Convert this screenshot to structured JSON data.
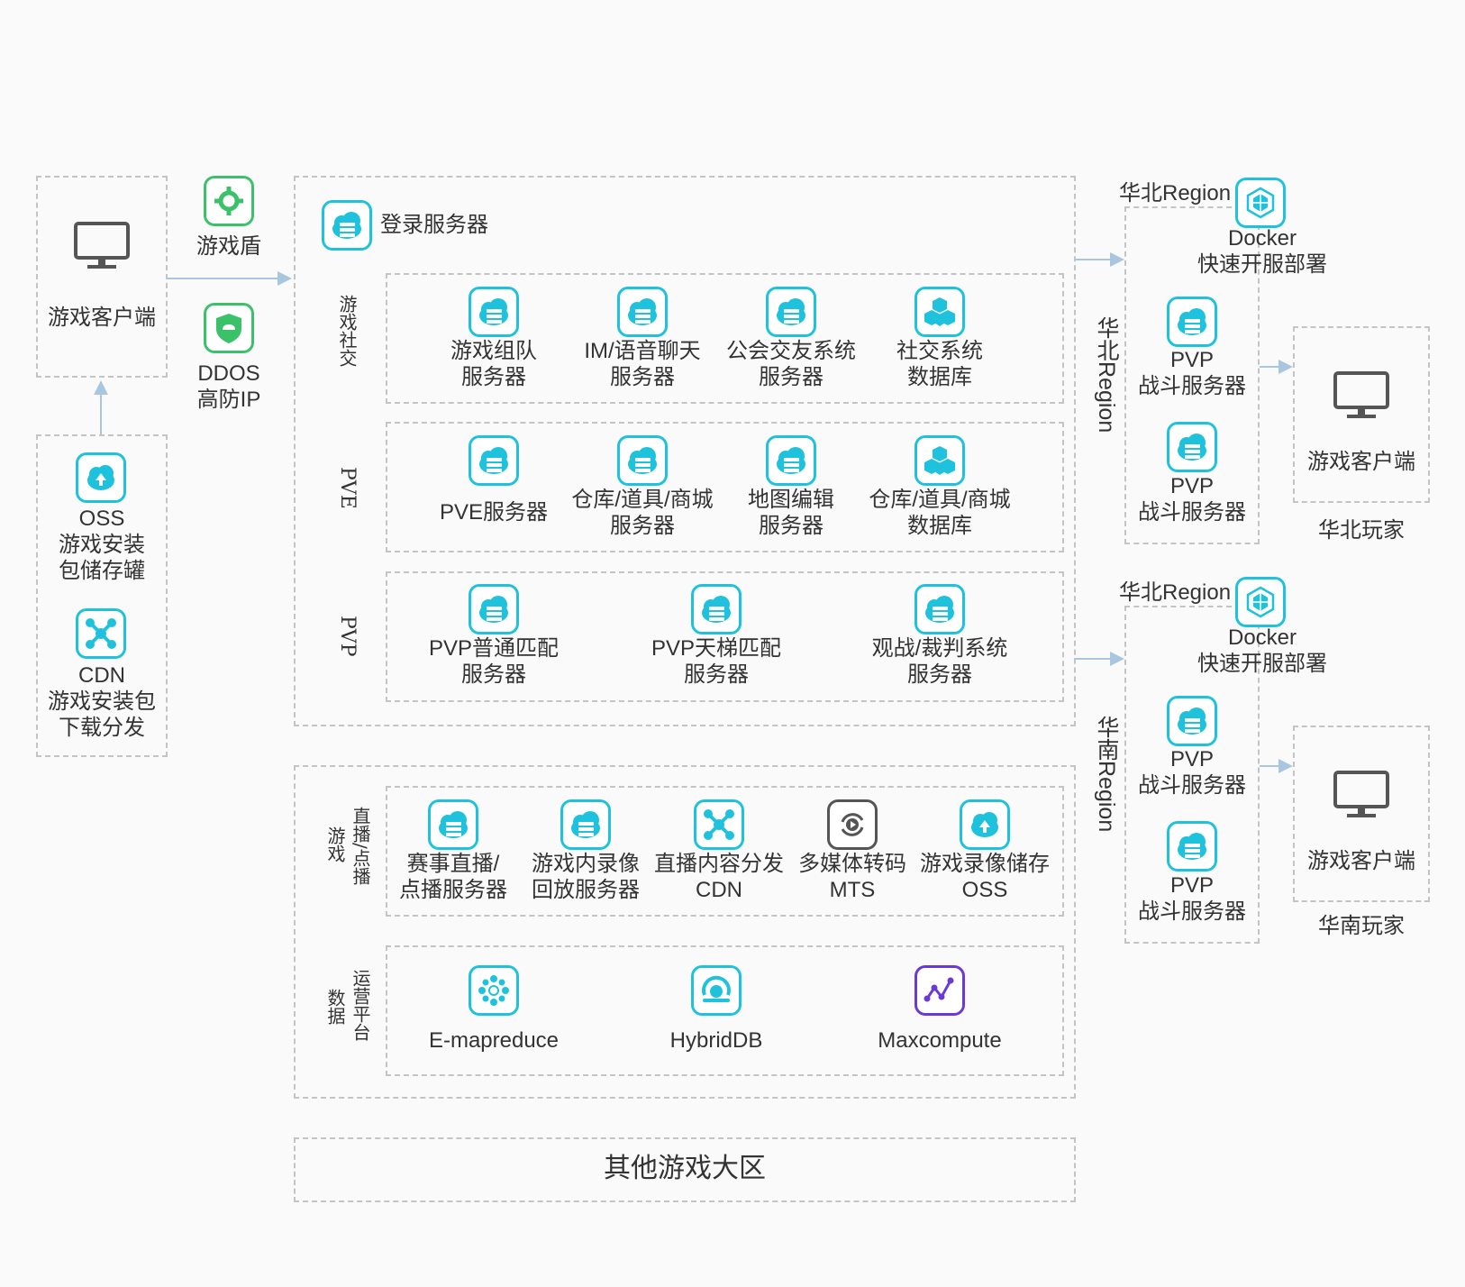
{
  "colors": {
    "accent": "#1fc2dd",
    "green": "#3cc16b",
    "purple": "#6b3ad6",
    "gray": "#555555",
    "arrow": "#a9c6e0"
  },
  "client": {
    "label": "游戏客户端"
  },
  "security": {
    "shield_label": "游戏盾",
    "ddos_label": "DDOS\n高防IP"
  },
  "oss": {
    "label": "OSS\n游戏安装\n包储存罐"
  },
  "cdn": {
    "label": "CDN\n游戏安装包\n下载分发"
  },
  "login": {
    "label": "登录服务器"
  },
  "social": {
    "side": "游戏社交",
    "items": [
      {
        "label": "游戏组队\n服务器"
      },
      {
        "label": "IM/语音聊天\n服务器"
      },
      {
        "label": "公会交友系统\n服务器"
      },
      {
        "label": "社交系统\n数据库"
      }
    ]
  },
  "pve": {
    "side": "PVE",
    "items": [
      {
        "label": "PVE服务器"
      },
      {
        "label": "仓库/道具/商城\n服务器"
      },
      {
        "label": "地图编辑\n服务器"
      },
      {
        "label": "仓库/道具/商城\n数据库"
      }
    ]
  },
  "pvp": {
    "side": "PVP",
    "items": [
      {
        "label": "PVP普通匹配\n服务器"
      },
      {
        "label": "PVP天梯匹配\n服务器"
      },
      {
        "label": "观战/裁判系统\n服务器"
      }
    ]
  },
  "live": {
    "side_a": "直播/点播",
    "side_b": "游戏",
    "items": [
      {
        "label": "赛事直播/\n点播服务器"
      },
      {
        "label": "游戏内录像\n回放服务器"
      },
      {
        "label": "直播内容分发\nCDN"
      },
      {
        "label": "多媒体转码\nMTS"
      },
      {
        "label": "游戏录像储存\nOSS"
      }
    ]
  },
  "ops": {
    "side_a": "运营平台",
    "side_b": "数据",
    "items": [
      {
        "label": "E-mapreduce"
      },
      {
        "label": "HybridDB"
      },
      {
        "label": "Maxcompute"
      }
    ]
  },
  "other": {
    "label": "其他游戏大区"
  },
  "regions": [
    {
      "title": "华北Region",
      "vertical": "华北Region",
      "docker": "Docker\n快速开服部署",
      "pvp1": "PVP\n战斗服务器",
      "pvp2": "PVP\n战斗服务器",
      "client": "游戏客户端",
      "players": "华北玩家"
    },
    {
      "title": "华北Region",
      "vertical": "华南Region",
      "docker": "Docker\n快速开服部署",
      "pvp1": "PVP\n战斗服务器",
      "pvp2": "PVP\n战斗服务器",
      "client": "游戏客户端",
      "players": "华南玩家"
    }
  ]
}
